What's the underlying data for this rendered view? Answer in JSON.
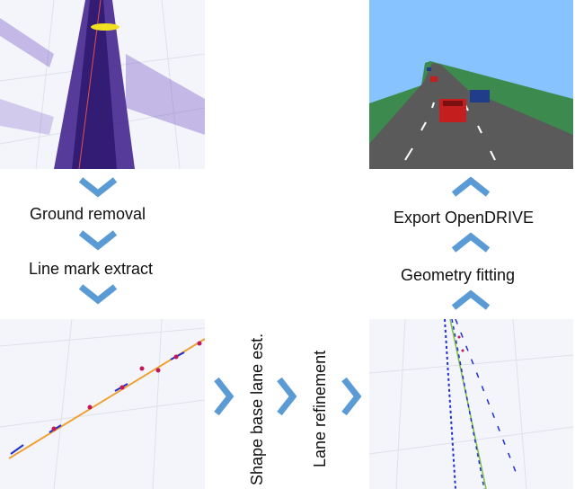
{
  "steps": {
    "ground_removal": "Ground removal",
    "line_mark_extract": "Line mark extract",
    "shape_base_lane_est": "Shape base lane est.",
    "lane_refinement": "Lane refinement",
    "geometry_fitting": "Geometry fitting",
    "export_opendrive": "Export OpenDRIVE"
  },
  "colors": {
    "arrow": "#5b9bd5",
    "point_cloud": "#3b1a8a",
    "sky": "#87c4ff",
    "grass": "#3d8a4f",
    "road": "#555555"
  },
  "icons": {
    "down_arrow": "chevron-down-icon",
    "up_arrow": "chevron-up-icon",
    "right_arrow": "chevron-right-icon"
  }
}
